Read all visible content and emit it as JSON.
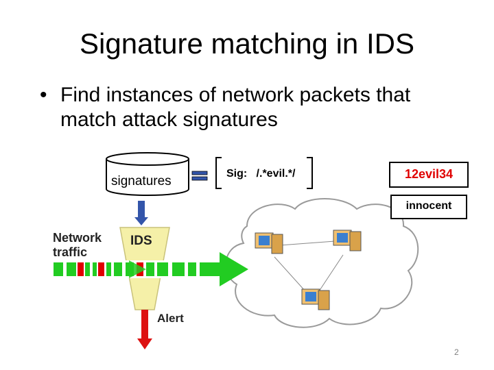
{
  "slide": {
    "title": "Signature matching in IDS",
    "bullet": "Find instances of network packets that match attack signatures",
    "page_number": "2"
  },
  "diagram": {
    "database_label": "signatures",
    "signature_text": "Sig:   /.*evil.*/",
    "malicious_packet": "12evil34",
    "benign_packet": "innocent",
    "network_traffic_label_line1": "Network",
    "network_traffic_label_line2": "traffic",
    "ids_label": "IDS",
    "alert_label": "Alert"
  },
  "colors": {
    "malicious": "#e00000",
    "traffic_green": "#22cc22",
    "ids_funnel": "#f5f0a8",
    "arrow_blue": "#3355aa",
    "alert_red": "#dd1111"
  }
}
